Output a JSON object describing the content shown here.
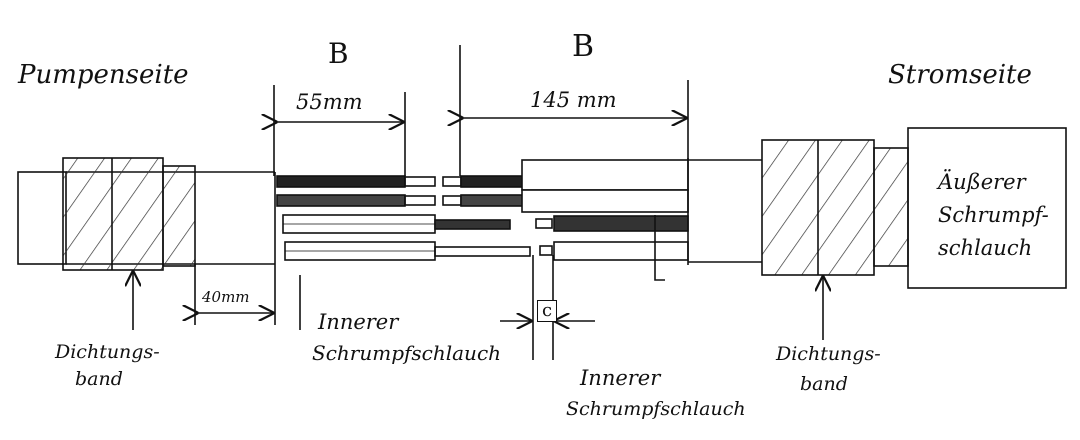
{
  "labels": {
    "pump_side": "Pumpenseite",
    "power_side": "Stromseite",
    "b_left": "B",
    "b_right": "B",
    "dim_55": "55mm",
    "dim_145": "145 mm",
    "dim_40": "40mm",
    "dim_c": "c",
    "seal_tape_left_1": "Dichtungs-",
    "seal_tape_left_2": "band",
    "seal_tape_right_1": "Dichtungs-",
    "seal_tape_right_2": "band",
    "inner_shrink_left_1": "Innerer",
    "inner_shrink_left_2": "Schrumpfschlauch",
    "inner_shrink_right_1": "Innerer",
    "inner_shrink_right_2": "Schrumpfschlauch",
    "outer_shrink_1": "Äußerer",
    "outer_shrink_2": "Schrumpf-",
    "outer_shrink_3": "schlauch"
  },
  "colors": {
    "ink": "#111111",
    "hatch": "#333333",
    "paper": "#ffffff"
  }
}
